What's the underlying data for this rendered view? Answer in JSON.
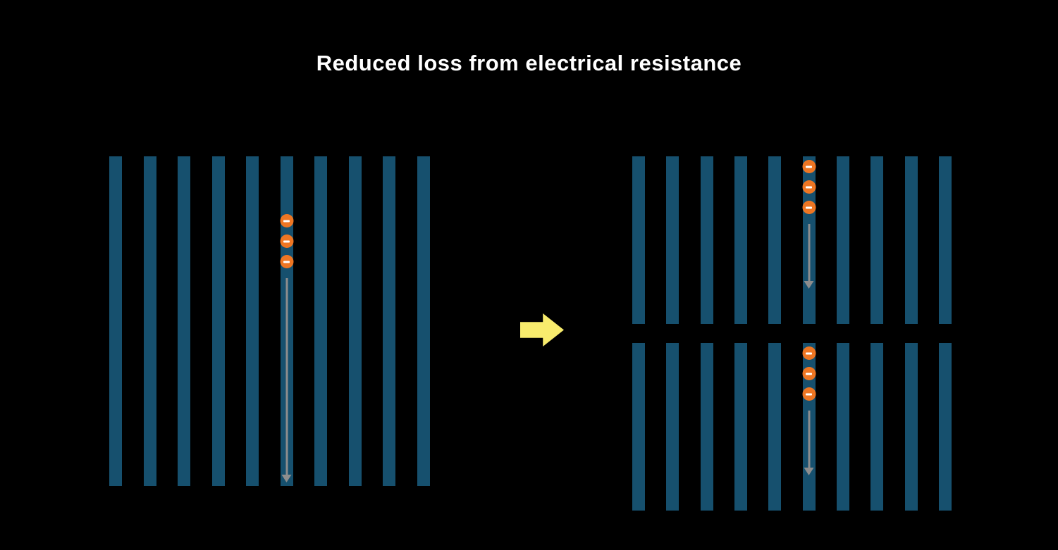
{
  "title": "Reduced loss from electrical resistance",
  "colors": {
    "background": "#000000",
    "bar": "#16506e",
    "electron": "#ee7623",
    "electron_symbol": "#ffffff",
    "flow_arrow": "#8d8d8d",
    "transition_arrow": "#f8ec6d"
  },
  "left_panel": {
    "label": "single-long-cell-array",
    "bar_count": 10,
    "electron_bar_index": 5,
    "electron_count": 3,
    "flow_length": "long"
  },
  "right_panel": {
    "label": "split-cell-arrays",
    "groups": [
      {
        "label": "split-top",
        "bar_count": 10,
        "electron_bar_index": 5,
        "electron_count": 3,
        "flow_length": "short"
      },
      {
        "label": "split-bottom",
        "bar_count": 10,
        "electron_bar_index": 5,
        "electron_count": 3,
        "flow_length": "short"
      }
    ]
  },
  "icons": {
    "electron": "electron-minus-icon",
    "flow": "current-down-arrow-icon",
    "transition": "right-arrow-icon"
  }
}
